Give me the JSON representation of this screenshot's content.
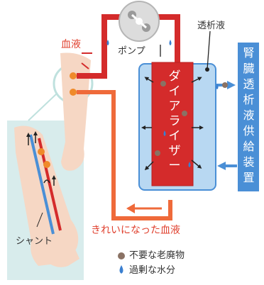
{
  "labels": {
    "blood": "血液",
    "pump": "ポンプ",
    "dialysate": "透析液",
    "dialyzer": "ダイアライザー",
    "supply": "腎臓透析液供給装置",
    "clean_blood": "きれいになった血液",
    "shunt": "シャント"
  },
  "legend": {
    "waste": "不要な老廃物",
    "water": "過剰な水分"
  },
  "colors": {
    "red": "#d42b2b",
    "orange": "#ef6a3a",
    "blue": "#4a8fd6",
    "light_blue": "#b8d8f2",
    "teal_bg": "#d8ecec",
    "waste": "#8a7264",
    "water": "#3a7fd0"
  }
}
